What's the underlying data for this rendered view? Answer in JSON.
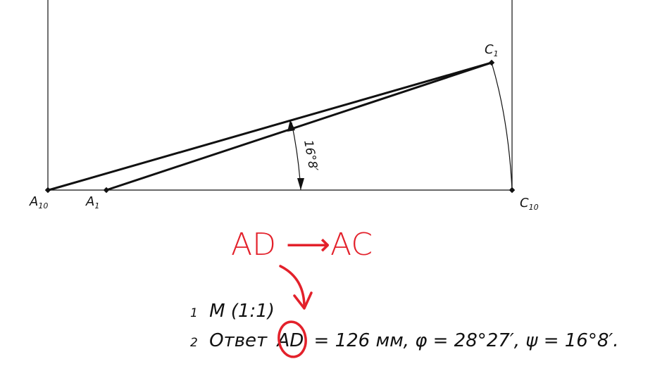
{
  "points": {
    "a10": {
      "label": "A",
      "sub": "10"
    },
    "a1": {
      "label": "A",
      "sub": "1"
    },
    "c1": {
      "label": "C",
      "sub": "1"
    },
    "c10": {
      "label": "C",
      "sub": "10"
    }
  },
  "angle_label": "16°8′",
  "annotation": {
    "text": "AD ⟶AC",
    "color": "#e3212b"
  },
  "notes": {
    "line1_num": "1",
    "line1_text": "М (1:1)",
    "line2_num": "2",
    "line2_word": "Ответ",
    "line2_ad": "AD",
    "line2_rest": "= 126 мм, φ = 28°27′, ψ = 16°8′."
  },
  "colors": {
    "ink": "#111111",
    "red": "#e3212b"
  }
}
